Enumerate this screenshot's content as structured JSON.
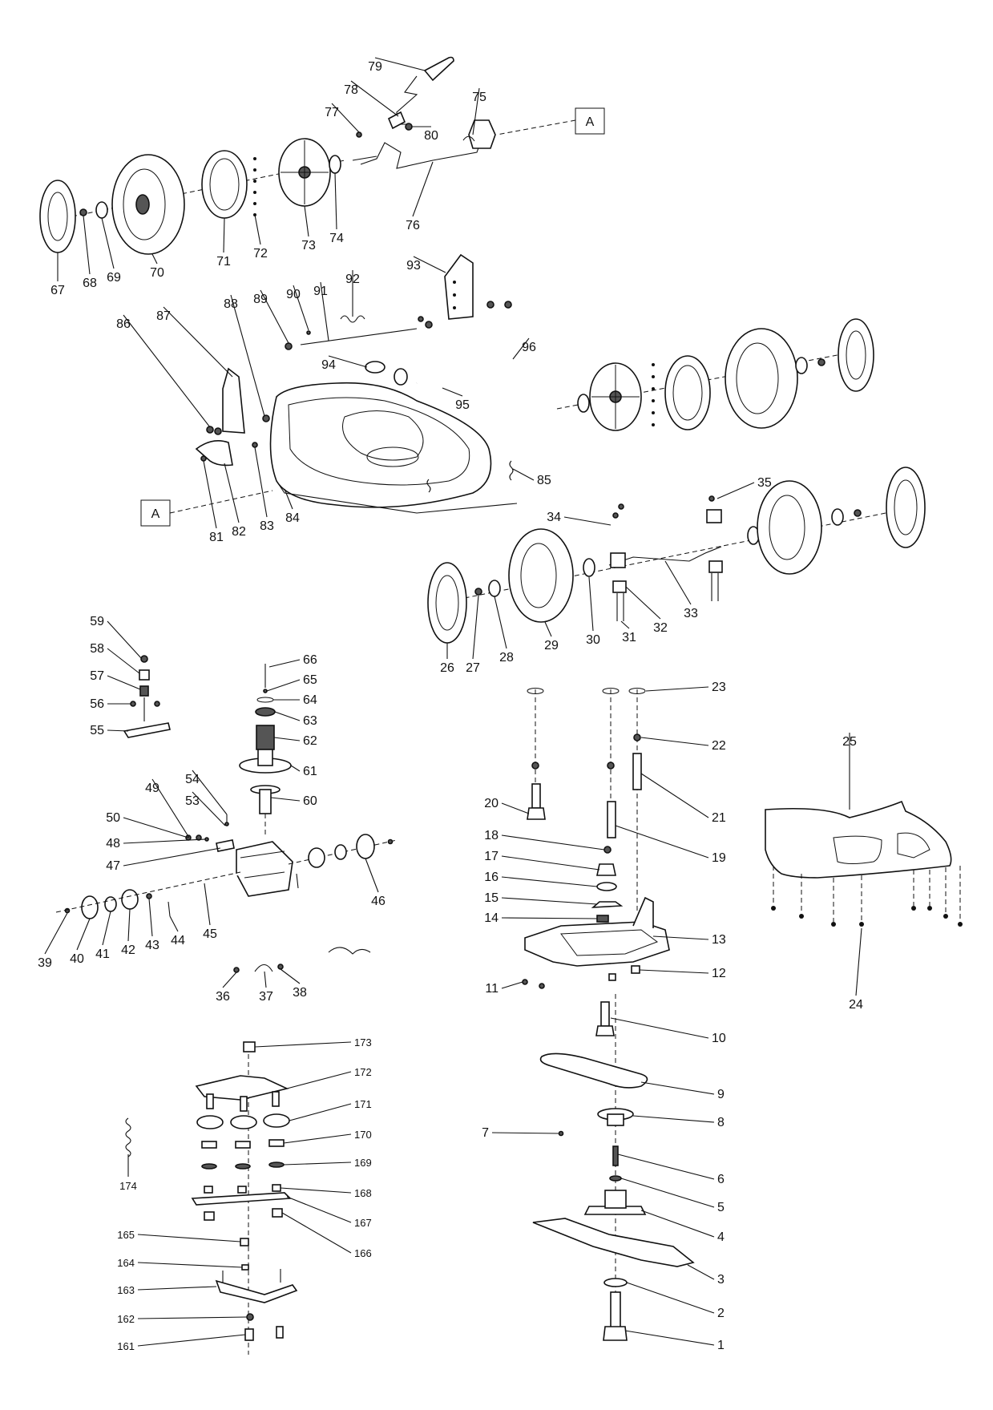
{
  "markers": {
    "a_top": "A",
    "a_bottom": "A"
  },
  "labels": [
    {
      "id": "1",
      "t": "1"
    },
    {
      "id": "2",
      "t": "2"
    },
    {
      "id": "3",
      "t": "3"
    },
    {
      "id": "4",
      "t": "4"
    },
    {
      "id": "5",
      "t": "5"
    },
    {
      "id": "6",
      "t": "6"
    },
    {
      "id": "7",
      "t": "7"
    },
    {
      "id": "8",
      "t": "8"
    },
    {
      "id": "9",
      "t": "9"
    },
    {
      "id": "10",
      "t": "10"
    },
    {
      "id": "11",
      "t": "11"
    },
    {
      "id": "12",
      "t": "12"
    },
    {
      "id": "13",
      "t": "13"
    },
    {
      "id": "14",
      "t": "14"
    },
    {
      "id": "15",
      "t": "15"
    },
    {
      "id": "16",
      "t": "16"
    },
    {
      "id": "17",
      "t": "17"
    },
    {
      "id": "18",
      "t": "18"
    },
    {
      "id": "19",
      "t": "19"
    },
    {
      "id": "20",
      "t": "20"
    },
    {
      "id": "21",
      "t": "21"
    },
    {
      "id": "22",
      "t": "22"
    },
    {
      "id": "23",
      "t": "23"
    },
    {
      "id": "24",
      "t": "24"
    },
    {
      "id": "25",
      "t": "25"
    },
    {
      "id": "26",
      "t": "26"
    },
    {
      "id": "27",
      "t": "27"
    },
    {
      "id": "28",
      "t": "28"
    },
    {
      "id": "29",
      "t": "29"
    },
    {
      "id": "30",
      "t": "30"
    },
    {
      "id": "31",
      "t": "31"
    },
    {
      "id": "32",
      "t": "32"
    },
    {
      "id": "33",
      "t": "33"
    },
    {
      "id": "34",
      "t": "34"
    },
    {
      "id": "35",
      "t": "35"
    },
    {
      "id": "36",
      "t": "36"
    },
    {
      "id": "37",
      "t": "37"
    },
    {
      "id": "38",
      "t": "38"
    },
    {
      "id": "39",
      "t": "39"
    },
    {
      "id": "40",
      "t": "40"
    },
    {
      "id": "41",
      "t": "41"
    },
    {
      "id": "42",
      "t": "42"
    },
    {
      "id": "43",
      "t": "43"
    },
    {
      "id": "44",
      "t": "44"
    },
    {
      "id": "45",
      "t": "45"
    },
    {
      "id": "46",
      "t": "46"
    },
    {
      "id": "47",
      "t": "47"
    },
    {
      "id": "48",
      "t": "48"
    },
    {
      "id": "49",
      "t": "49"
    },
    {
      "id": "50",
      "t": "50"
    },
    {
      "id": "53",
      "t": "53"
    },
    {
      "id": "54",
      "t": "54"
    },
    {
      "id": "55",
      "t": "55"
    },
    {
      "id": "56",
      "t": "56"
    },
    {
      "id": "57",
      "t": "57"
    },
    {
      "id": "58",
      "t": "58"
    },
    {
      "id": "59",
      "t": "59"
    },
    {
      "id": "60",
      "t": "60"
    },
    {
      "id": "61",
      "t": "61"
    },
    {
      "id": "62",
      "t": "62"
    },
    {
      "id": "63",
      "t": "63"
    },
    {
      "id": "64",
      "t": "64"
    },
    {
      "id": "65",
      "t": "65"
    },
    {
      "id": "66",
      "t": "66"
    },
    {
      "id": "67",
      "t": "67"
    },
    {
      "id": "68",
      "t": "68"
    },
    {
      "id": "69",
      "t": "69"
    },
    {
      "id": "70",
      "t": "70"
    },
    {
      "id": "71",
      "t": "71"
    },
    {
      "id": "72",
      "t": "72"
    },
    {
      "id": "73",
      "t": "73"
    },
    {
      "id": "74",
      "t": "74"
    },
    {
      "id": "75",
      "t": "75"
    },
    {
      "id": "76",
      "t": "76"
    },
    {
      "id": "77",
      "t": "77"
    },
    {
      "id": "78",
      "t": "78"
    },
    {
      "id": "79",
      "t": "79"
    },
    {
      "id": "80",
      "t": "80"
    },
    {
      "id": "81",
      "t": "81"
    },
    {
      "id": "82",
      "t": "82"
    },
    {
      "id": "83",
      "t": "83"
    },
    {
      "id": "84",
      "t": "84"
    },
    {
      "id": "85",
      "t": "85"
    },
    {
      "id": "86",
      "t": "86"
    },
    {
      "id": "87",
      "t": "87"
    },
    {
      "id": "88",
      "t": "88"
    },
    {
      "id": "89",
      "t": "89"
    },
    {
      "id": "90",
      "t": "90"
    },
    {
      "id": "91",
      "t": "91"
    },
    {
      "id": "92",
      "t": "92"
    },
    {
      "id": "93",
      "t": "93"
    },
    {
      "id": "94",
      "t": "94"
    },
    {
      "id": "95",
      "t": "95"
    },
    {
      "id": "96",
      "t": "96"
    },
    {
      "id": "161",
      "t": "161"
    },
    {
      "id": "162",
      "t": "162"
    },
    {
      "id": "163",
      "t": "163"
    },
    {
      "id": "164",
      "t": "164"
    },
    {
      "id": "165",
      "t": "165"
    },
    {
      "id": "166",
      "t": "166"
    },
    {
      "id": "167",
      "t": "167"
    },
    {
      "id": "168",
      "t": "168"
    },
    {
      "id": "169",
      "t": "169"
    },
    {
      "id": "170",
      "t": "170"
    },
    {
      "id": "171",
      "t": "171"
    },
    {
      "id": "172",
      "t": "172"
    },
    {
      "id": "173",
      "t": "173"
    },
    {
      "id": "174",
      "t": "174"
    }
  ]
}
